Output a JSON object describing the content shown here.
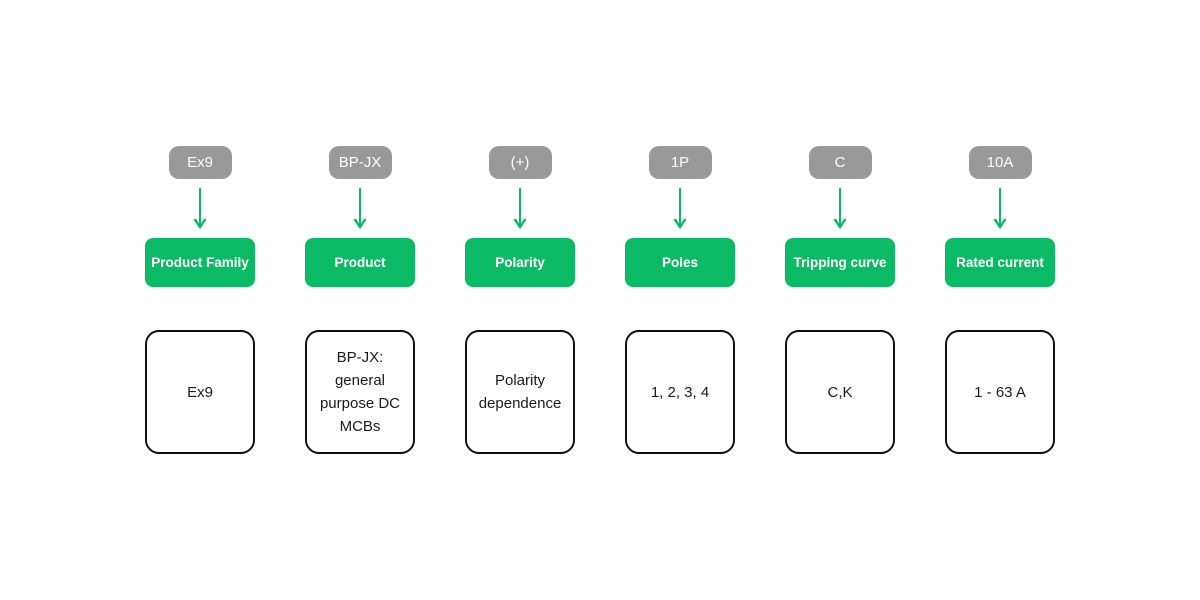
{
  "diagram": {
    "title": "",
    "columns": [
      {
        "code": "Ex9",
        "label": "Product Family",
        "description": "Ex9"
      },
      {
        "code": "BP-JX",
        "label": "Product",
        "description": "BP-JX: general purpose DC MCBs"
      },
      {
        "code": "(+)",
        "label": "Polarity",
        "description": "Polarity dependence"
      },
      {
        "code": "1P",
        "label": "Poles",
        "description": "1, 2, 3, 4"
      },
      {
        "code": "C",
        "label": "Tripping curve",
        "description": "C,K"
      },
      {
        "code": "10A",
        "label": "Rated current",
        "description": "1 - 63 A"
      }
    ],
    "icons": {
      "connector": "down-arrow-icon"
    },
    "colors": {
      "badge_gray": "#999999",
      "accent_green": "#0aba64",
      "box_border": "#111111",
      "box_text": "#1a1a1a",
      "background": "#ffffff"
    }
  }
}
